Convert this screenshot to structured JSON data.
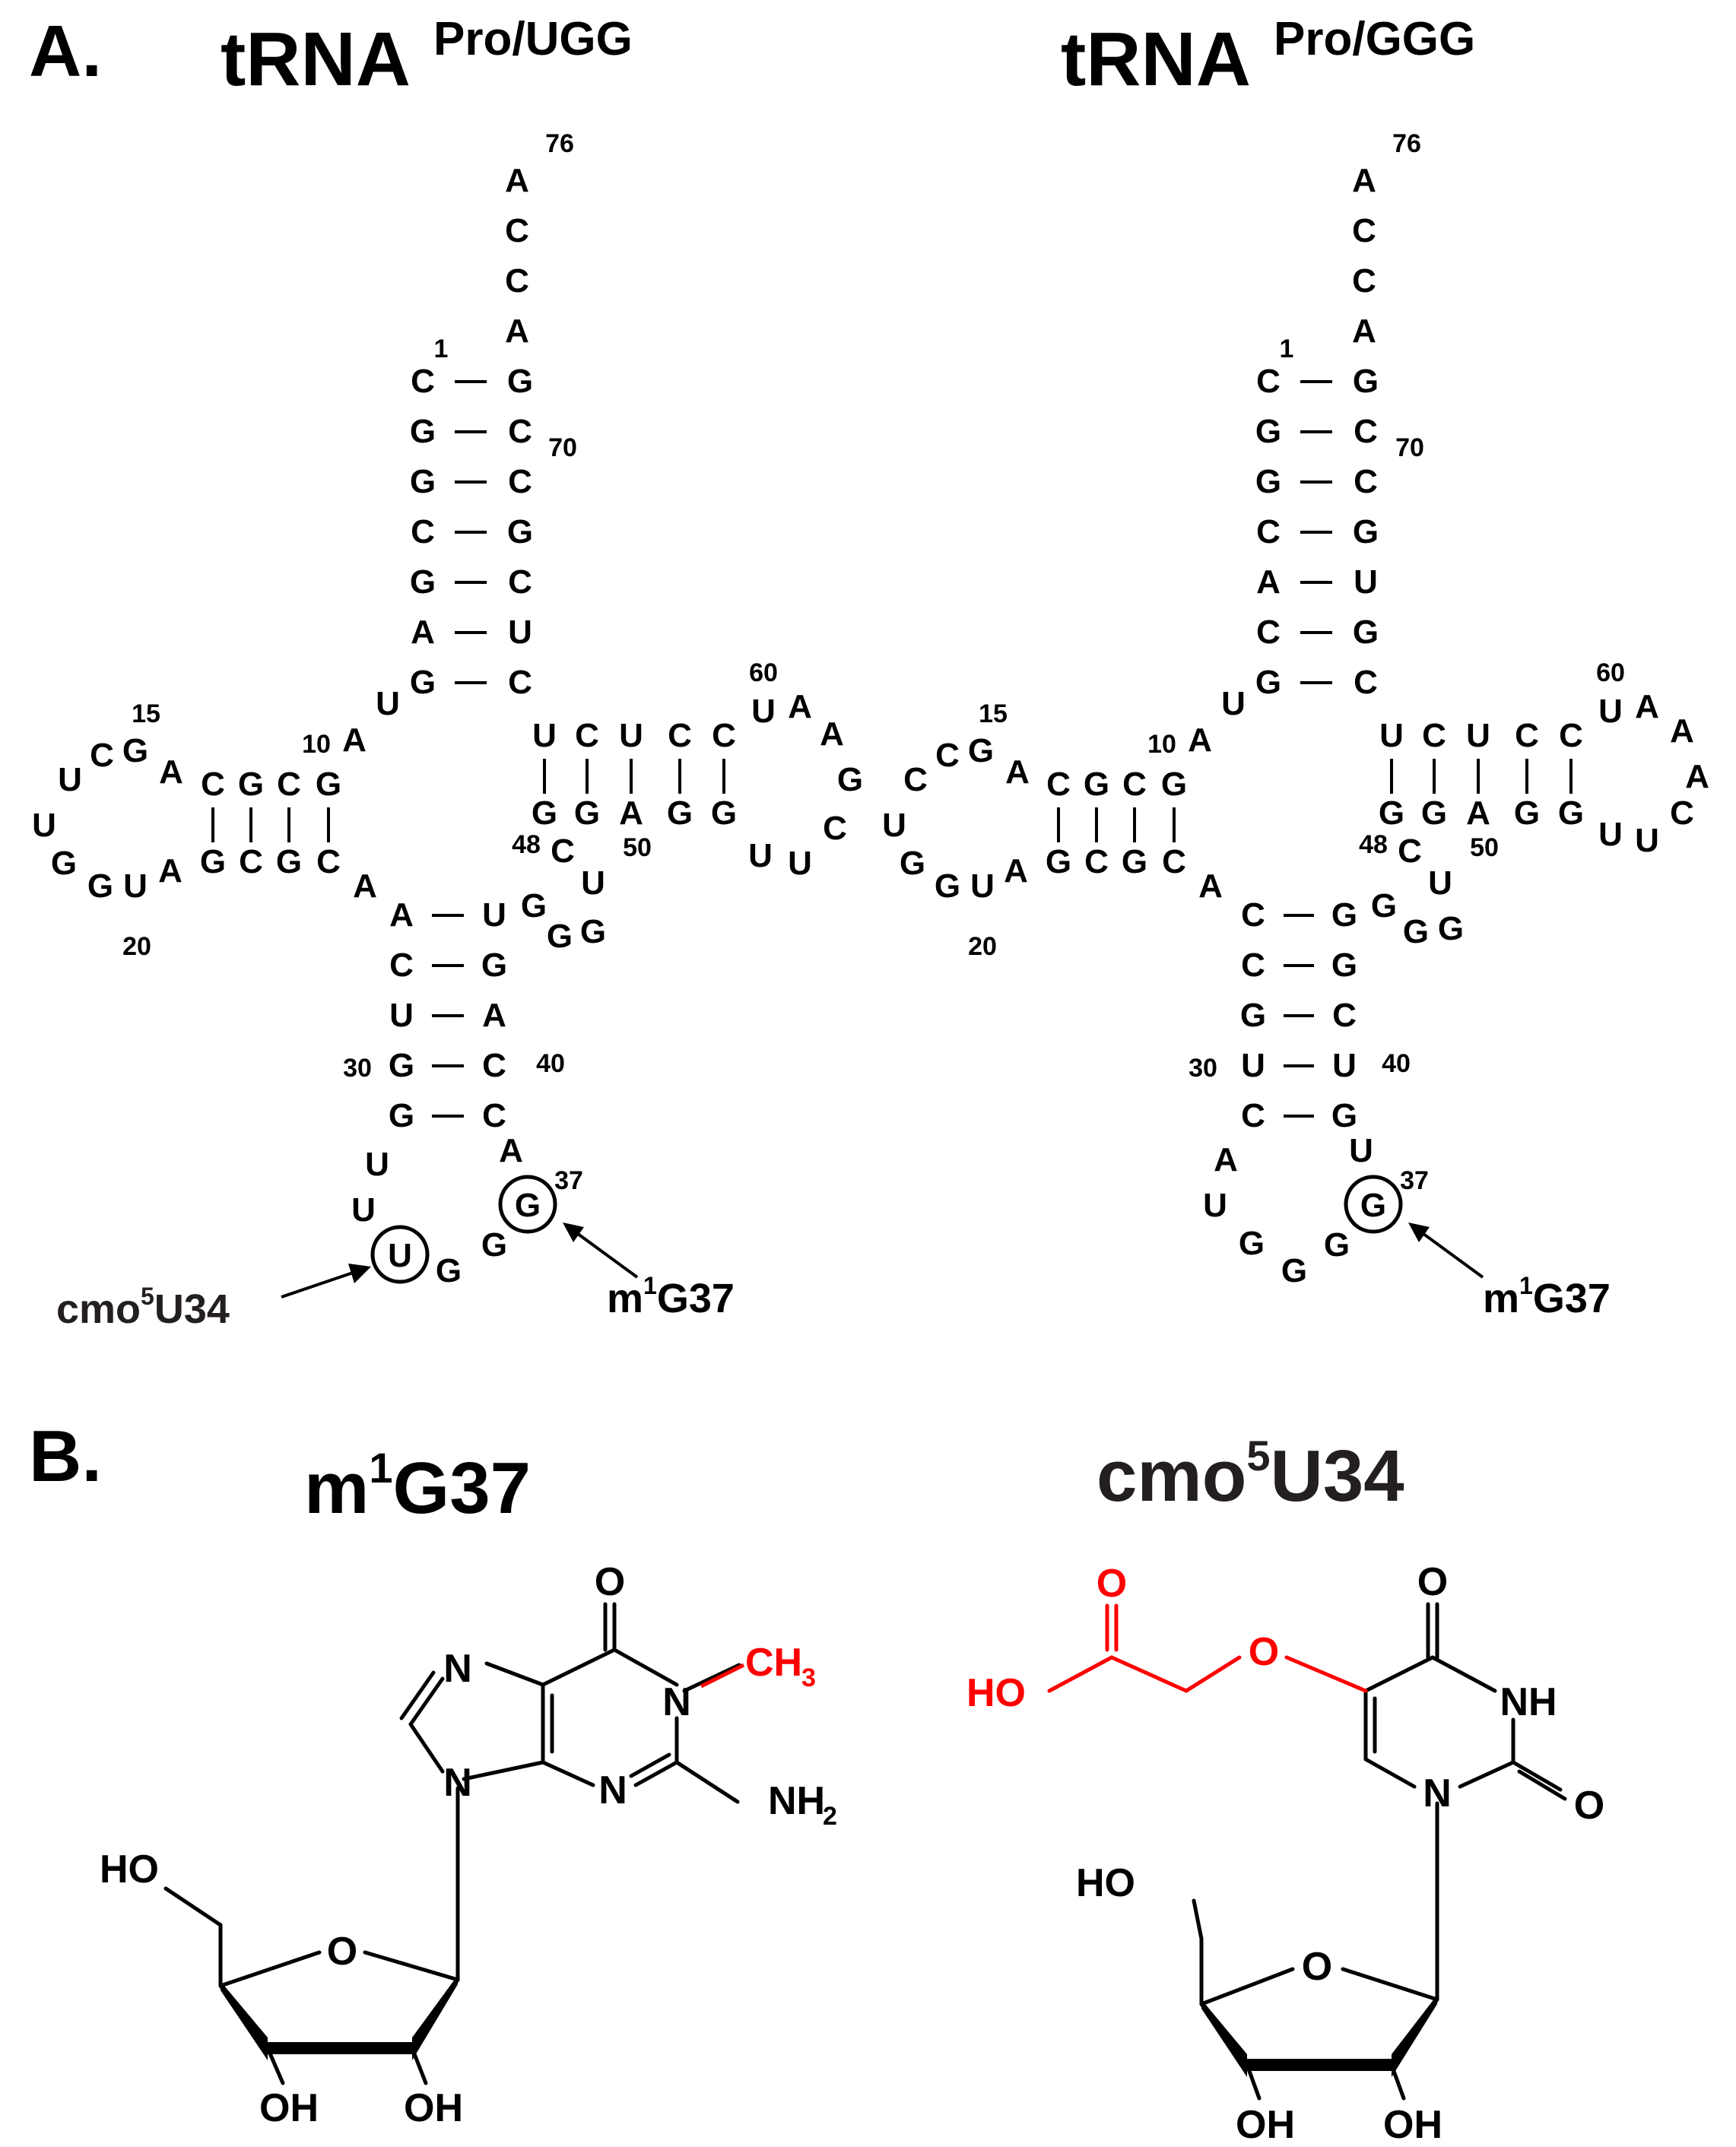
{
  "panel_a": {
    "label": "A.",
    "left_title": {
      "main": "tRNA",
      "sup": "Pro/UGG"
    },
    "right_title": {
      "main": "tRNA",
      "sup": "Pro/GGG"
    },
    "position_numbers": [
      "76",
      "1",
      "70",
      "60",
      "15",
      "10",
      "48",
      "50",
      "20",
      "30",
      "40",
      "37"
    ],
    "left_tRNA": {
      "acceptor_tail": [
        "A",
        "C",
        "C",
        "A"
      ],
      "acceptor_5prime": [
        "C",
        "G",
        "G",
        "C",
        "G",
        "A",
        "G"
      ],
      "acceptor_3prime": [
        "G",
        "C",
        "C",
        "G",
        "C",
        "U",
        "C"
      ],
      "linker_8_9": [
        "U",
        "A"
      ],
      "d_stem_top": [
        "C",
        "G",
        "C",
        "G"
      ],
      "d_stem_bottom": [
        "G",
        "C",
        "G",
        "C"
      ],
      "d_loop": [
        "A",
        "G",
        "C",
        "U",
        "U",
        "G",
        "G",
        "U",
        "A"
      ],
      "t_stem_top": [
        "U",
        "C",
        "U",
        "C",
        "C"
      ],
      "t_stem_bottom": [
        "G",
        "G",
        "A",
        "G",
        "G"
      ],
      "t_loop": [
        "U",
        "A",
        "A",
        "G",
        "C",
        "U",
        "U"
      ],
      "variable_loop": [
        "C",
        "U",
        "G",
        "G",
        "G"
      ],
      "junction_26": "A",
      "anticodon_stem_5prime": [
        "A",
        "C",
        "U",
        "G",
        "G"
      ],
      "anticodon_stem_3prime": [
        "U",
        "G",
        "A",
        "C",
        "C"
      ],
      "anticodon_loop": [
        "U",
        "U",
        "U",
        "G",
        "G",
        "G",
        "A"
      ],
      "modification_labels": {
        "u34_base": "cmo",
        "u34_sup": "5",
        "u34_pos": "U34",
        "g37_base": "m",
        "g37_sup": "1",
        "g37_pos": "G37"
      }
    },
    "right_tRNA": {
      "acceptor_tail": [
        "A",
        "C",
        "C",
        "A"
      ],
      "acceptor_5prime": [
        "C",
        "G",
        "G",
        "C",
        "A",
        "C",
        "G"
      ],
      "acceptor_3prime": [
        "G",
        "C",
        "C",
        "G",
        "U",
        "G",
        "C"
      ],
      "linker_8_9": [
        "U",
        "A"
      ],
      "d_stem_top": [
        "C",
        "G",
        "C",
        "G"
      ],
      "d_stem_bottom": [
        "G",
        "C",
        "G",
        "C"
      ],
      "d_loop": [
        "A",
        "G",
        "C",
        "C",
        "U",
        "G",
        "G",
        "U",
        "A"
      ],
      "t_stem_top": [
        "U",
        "C",
        "U",
        "C",
        "C"
      ],
      "t_stem_bottom": [
        "G",
        "G",
        "A",
        "G",
        "G"
      ],
      "t_loop": [
        "U",
        "A",
        "A",
        "A",
        "C",
        "U",
        "U"
      ],
      "variable_loop": [
        "C",
        "U",
        "G",
        "G",
        "G"
      ],
      "junction_26": "A",
      "anticodon_stem_5prime": [
        "C",
        "C",
        "G",
        "U",
        "C"
      ],
      "anticodon_stem_3prime": [
        "G",
        "G",
        "C",
        "U",
        "G"
      ],
      "anticodon_loop": [
        "A",
        "U",
        "G",
        "G",
        "G",
        "G",
        "U"
      ],
      "modification_labels": {
        "g37_base": "m",
        "g37_sup": "1",
        "g37_pos": "G37"
      }
    }
  },
  "panel_b": {
    "label": "B.",
    "left_title": {
      "base": "m",
      "sup": "1",
      "rest": "G37"
    },
    "right_title": {
      "base": "cmo",
      "sup": "5",
      "rest": "U34"
    },
    "m1g": {
      "atoms": {
        "o6": "O",
        "n1": "N",
        "n7": "N",
        "n9": "N",
        "n3": "N",
        "nh2": "NH",
        "nh2_sub": "2",
        "ch3": "CH",
        "ch3_sub": "3",
        "ho": "HO",
        "o4": "O",
        "oh2": "OH",
        "oh3": "OH"
      }
    },
    "cmo5u": {
      "atoms": {
        "o_carbonyl": "O",
        "ho_acid": "HO",
        "o_ether": "O",
        "o4": "O",
        "nh": "NH",
        "o2": "O",
        "n1": "N",
        "ho": "HO",
        "o4_ribose": "O",
        "oh2": "OH",
        "oh3": "OH"
      }
    }
  },
  "colors": {
    "text": "#000000",
    "highlight": "#ff0000",
    "title_dark": "#231f20"
  }
}
